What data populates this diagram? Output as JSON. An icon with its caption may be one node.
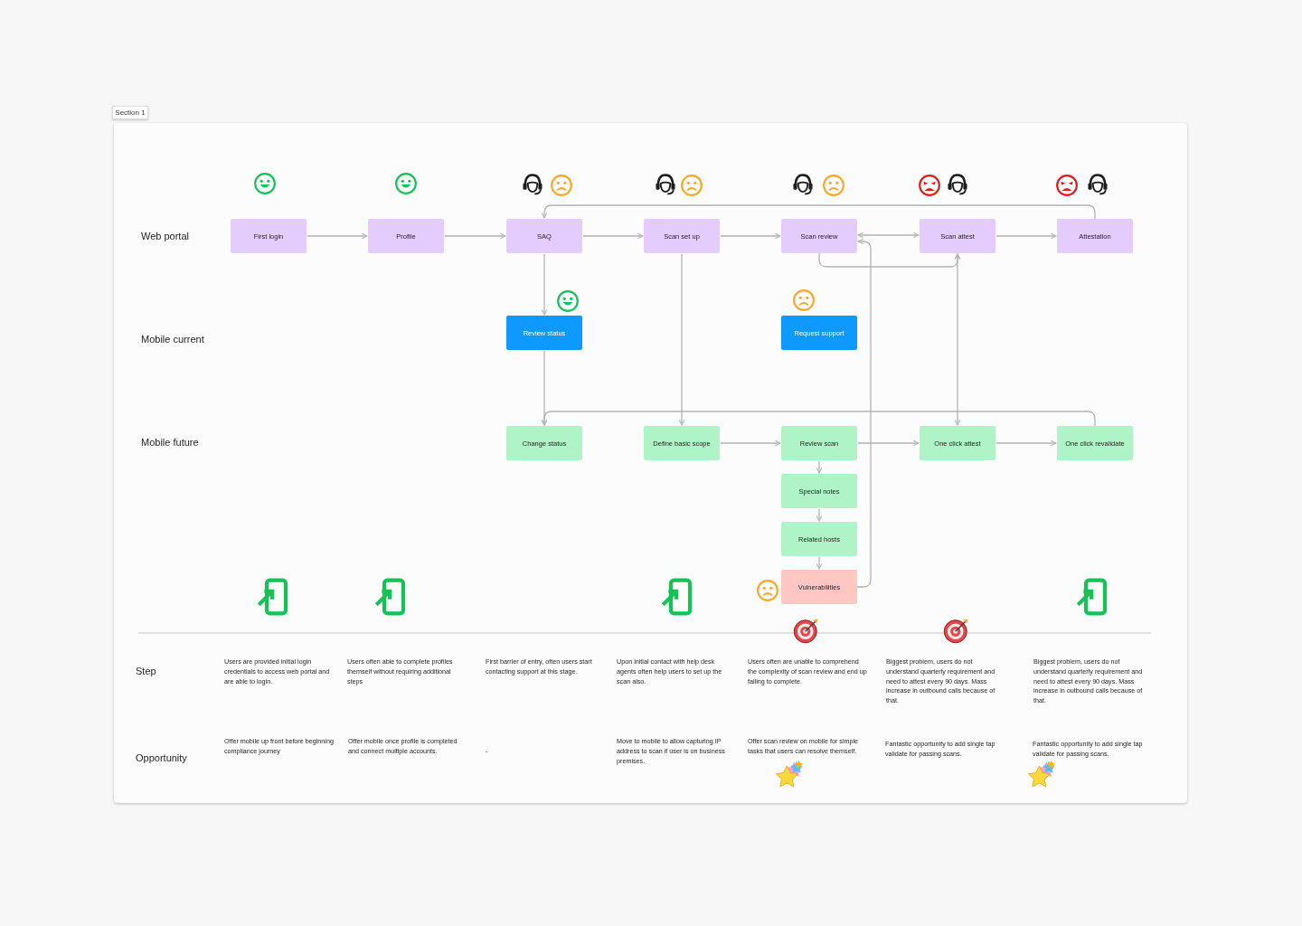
{
  "diagram": {
    "nodes": [
      {
        "text": [
          "Section 1"
        ]
      },
      {
        "text": [
          "First login"
        ],
        "in": 0
      },
      {
        "text": [
          "Profile"
        ],
        "in": 0
      },
      {
        "text": [
          "SAQ"
        ],
        "in": 0
      },
      {
        "text": [
          "Scan set up"
        ],
        "in": 0
      },
      {
        "text": [
          "Scan review"
        ],
        "in": 0
      },
      {
        "text": [
          "Scan attest"
        ],
        "in": 0
      },
      {
        "text": [
          "Attestation"
        ],
        "in": 0
      },
      {
        "text": [
          "Review status"
        ],
        "in": 0
      },
      {
        "text": [
          "Request support"
        ],
        "in": 0
      },
      {
        "text": [
          "Change status"
        ],
        "in": 0
      },
      {
        "text": [
          "Define basic scope"
        ],
        "in": 0
      },
      {
        "text": [
          "Review scan"
        ],
        "in": 0
      },
      {
        "text": [
          "One click attest"
        ],
        "in": 0
      },
      {
        "text": [
          "One click revalidate"
        ],
        "in": 0
      },
      {
        "text": [
          "Special notes"
        ],
        "in": 0
      },
      {
        "text": [
          "Related hosts"
        ],
        "in": 0
      },
      {
        "text": [
          "Vulnerabilities"
        ],
        "in": 0
      }
    ],
    "edges": [
      {
        "from": 1,
        "to": 2,
        "arrow": "to"
      },
      {
        "from": 2,
        "to": 3,
        "arrow": "to"
      },
      {
        "from": 3,
        "to": 4,
        "arrow": "to"
      },
      {
        "from": 4,
        "to": 5,
        "arrow": "to"
      },
      {
        "from": 5,
        "to": 6,
        "arrow": "both"
      },
      {
        "from": 6,
        "to": 7,
        "arrow": "to"
      },
      {
        "from": 7,
        "to": 3,
        "arrow": "to"
      },
      {
        "from": 5,
        "to": 6,
        "arrow": "to"
      },
      {
        "from": 6,
        "to": 13,
        "arrow": "both"
      },
      {
        "from": 3,
        "to": 8,
        "arrow": "to"
      },
      {
        "from": 8,
        "to": 10,
        "arrow": "to"
      },
      {
        "from": 4,
        "to": 11,
        "arrow": "to"
      },
      {
        "from": 17,
        "to": 5,
        "arrow": "to"
      },
      {
        "from": 11,
        "to": 12,
        "arrow": "to"
      },
      {
        "from": 12,
        "to": 13,
        "arrow": "to"
      },
      {
        "from": 13,
        "to": 14,
        "arrow": "to"
      },
      {
        "from": 14,
        "to": 10,
        "arrow": "to"
      },
      {
        "from": 12,
        "to": 15,
        "arrow": "to"
      },
      {
        "from": 15,
        "to": 16,
        "arrow": "to"
      },
      {
        "from": 16,
        "to": 17,
        "arrow": "to"
      }
    ],
    "labels": [
      "Web portal",
      "Mobile current",
      "Mobile future",
      "Step",
      "Users are provided initial login credentials to access web portal and are able to login.",
      "Users often able to complete profiles themself without requiring additional steps",
      "First barrier of entry, often users start contacting support at this stage.",
      "Upon initial contact with help desk agents often help users to set up the scan also.",
      "Users often are unable to comprehend the complexity of scan review and end up failing to complete.",
      "Biggest problem, users do not understand quarterly requirement and need to attest every 90 days. Mass increase in outbound calls because of that.",
      "Biggest problem, users do not understand quarterly requirement and need to attest every 90 days. Mass increase in outbound calls because of that.",
      "Opportunity",
      "Offer mobile up front before beginning compliance journey",
      "Offer mobile once profile is completed and connect multiple accounts.",
      "-",
      "Move to mobile to allow capturing IP address to scan if user is on business premises.",
      "Offer scan review on mobile for simple tasks that users can resolve themself.",
      "Fantastic opportunity to add single tap validate for passing scans.",
      "Fantastic opportunity to add single tap validate for passing scans."
    ]
  }
}
